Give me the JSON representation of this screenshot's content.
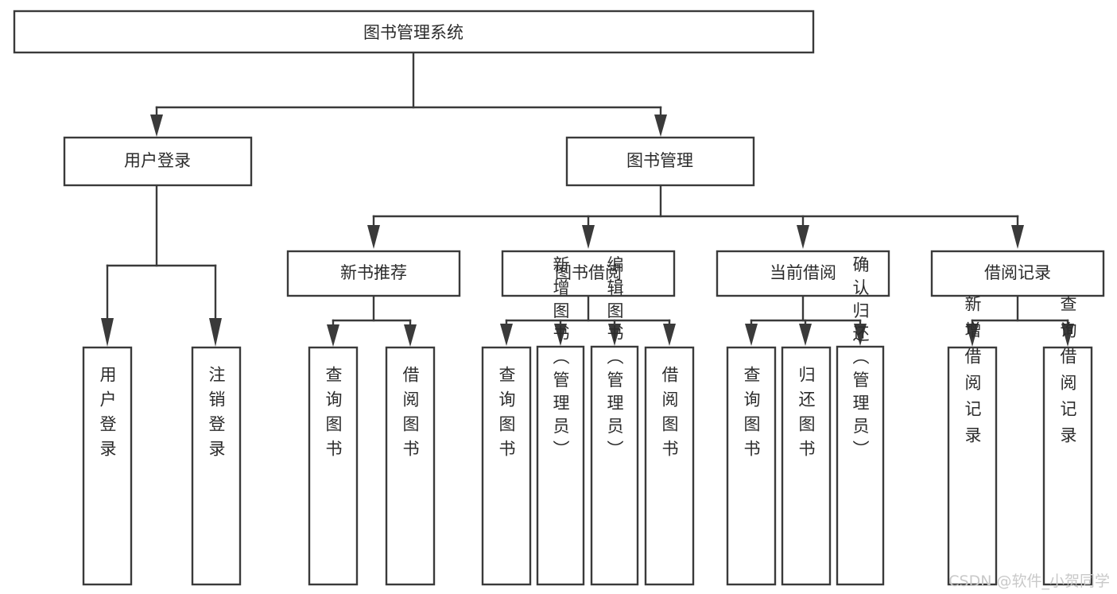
{
  "diagram": {
    "title": "图书管理系统",
    "type": "tree-hierarchy-chart",
    "root": {
      "id": "root",
      "label": "图书管理系统"
    },
    "level1": [
      {
        "id": "user-login",
        "label": "用户登录"
      },
      {
        "id": "book-manage",
        "label": "图书管理"
      }
    ],
    "level2": [
      {
        "id": "new-book-rec",
        "label": "新书推荐",
        "parent": "book-manage"
      },
      {
        "id": "book-borrow",
        "label": "图书借阅",
        "parent": "book-manage"
      },
      {
        "id": "current-borrow",
        "label": "当前借阅",
        "parent": "book-manage"
      },
      {
        "id": "borrow-record",
        "label": "借阅记录",
        "parent": "book-manage"
      }
    ],
    "leaves": [
      {
        "id": "leaf-user-login",
        "label": "用户登录",
        "parent": "user-login"
      },
      {
        "id": "leaf-logout-login",
        "label": "注销登录",
        "parent": "user-login"
      },
      {
        "id": "leaf-query-book-1",
        "label": "查询图书",
        "parent": "new-book-rec"
      },
      {
        "id": "leaf-borrow-book-1",
        "label": "借阅图书",
        "parent": "new-book-rec"
      },
      {
        "id": "leaf-query-book-2",
        "label": "查询图书",
        "parent": "book-borrow"
      },
      {
        "id": "leaf-add-book",
        "label": "新增图书（管理员）",
        "parent": "book-borrow"
      },
      {
        "id": "leaf-edit-book",
        "label": "编辑图书（管理员）",
        "parent": "book-borrow"
      },
      {
        "id": "leaf-borrow-book-2",
        "label": "借阅图书",
        "parent": "book-borrow"
      },
      {
        "id": "leaf-query-book-3",
        "label": "查询图书",
        "parent": "current-borrow"
      },
      {
        "id": "leaf-return-book",
        "label": "归还图书",
        "parent": "current-borrow"
      },
      {
        "id": "leaf-confirm-return",
        "label": "确认归还（管理员）",
        "parent": "current-borrow"
      },
      {
        "id": "leaf-add-record",
        "label": "新增借阅记录",
        "parent": "borrow-record"
      },
      {
        "id": "leaf-query-record",
        "label": "查询借阅记录",
        "parent": "borrow-record"
      }
    ],
    "colors": {
      "stroke": "#3a3a3a",
      "fill": "#ffffff",
      "text": "#2b2b2b",
      "watermark": "#c9c9c9",
      "background": "#ffffff"
    }
  },
  "watermark": {
    "text": "CSDN @软件_小贺同学"
  }
}
